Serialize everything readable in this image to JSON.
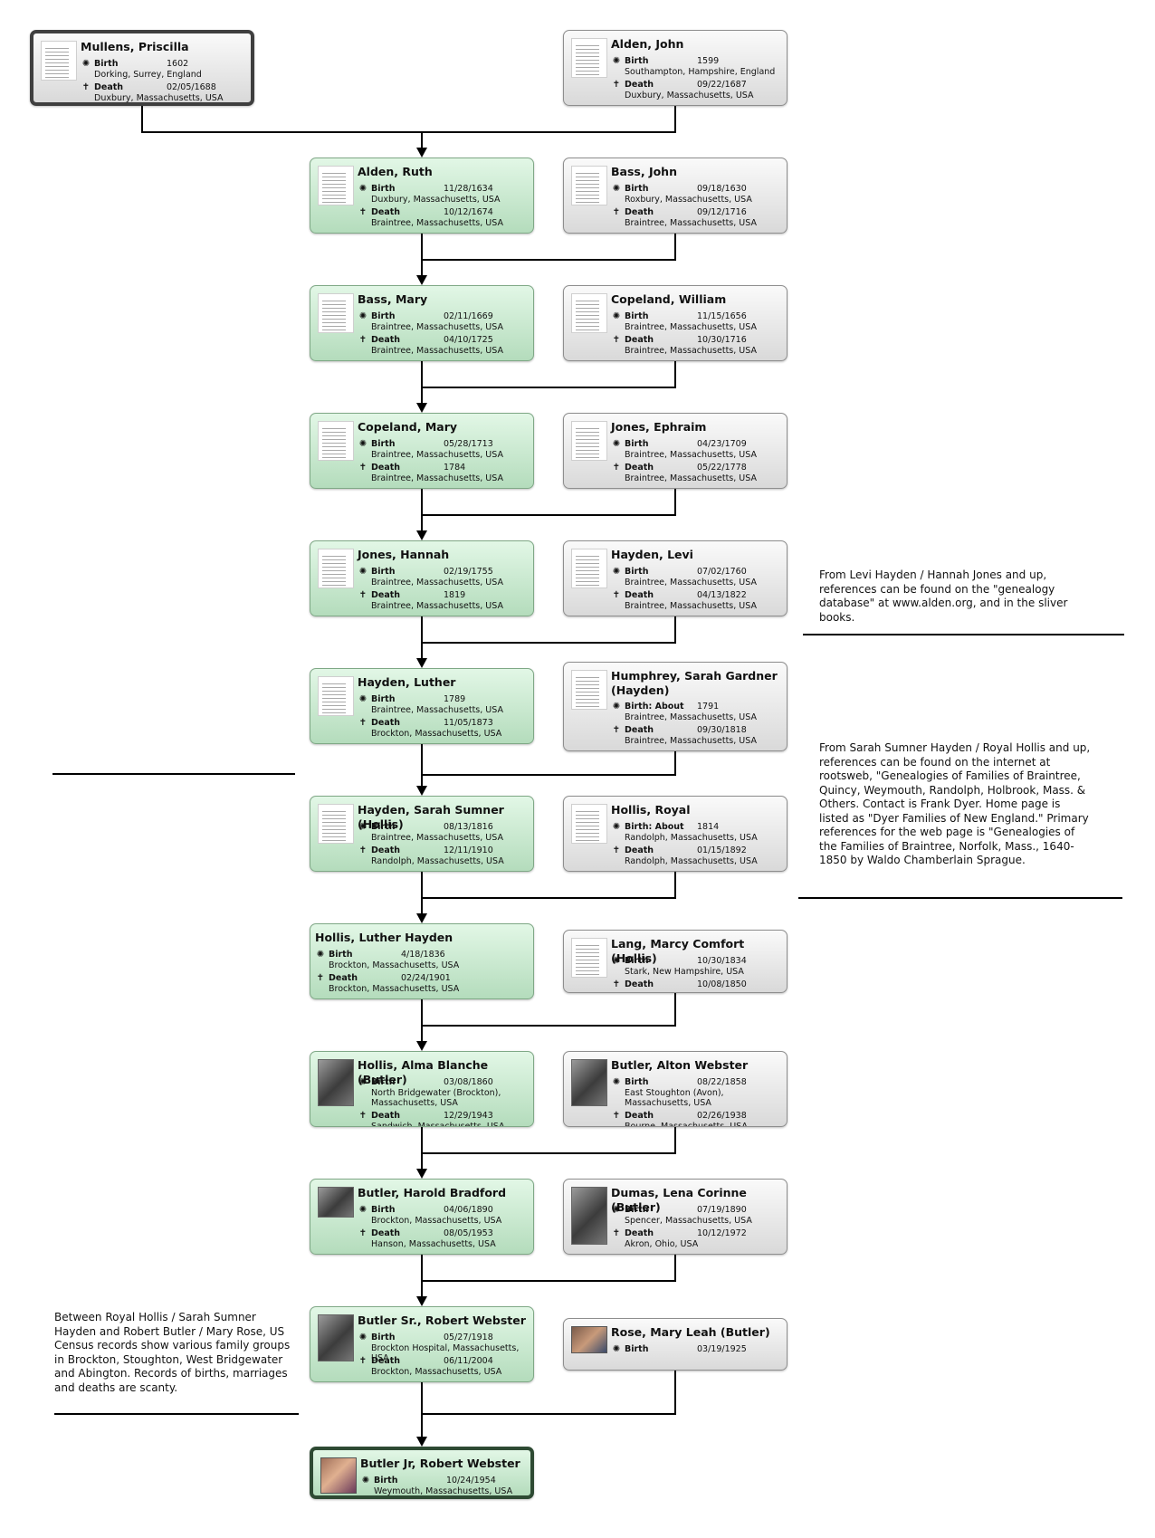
{
  "people": [
    {
      "id": "mullens",
      "name": "Mullens, Priscilla",
      "style": "gray",
      "focus": true,
      "thumb": "doc",
      "events": [
        {
          "type": "birth",
          "label": "Birth",
          "date": "1602",
          "place": "Dorking, Surrey, England"
        },
        {
          "type": "death",
          "label": "Death",
          "date": "02/05/1688",
          "place": "Duxbury, Massachusetts, USA"
        }
      ]
    },
    {
      "id": "alden-john",
      "name": "Alden, John",
      "style": "gray",
      "focus": false,
      "thumb": "doc",
      "events": [
        {
          "type": "birth",
          "label": "Birth",
          "date": "1599",
          "place": "Southampton, Hampshire, England"
        },
        {
          "type": "death",
          "label": "Death",
          "date": "09/22/1687",
          "place": "Duxbury, Massachusetts, USA"
        }
      ]
    },
    {
      "id": "alden-ruth",
      "name": "Alden, Ruth",
      "style": "green",
      "focus": false,
      "thumb": "doc",
      "events": [
        {
          "type": "birth",
          "label": "Birth",
          "date": "11/28/1634",
          "place": "Duxbury, Massachusetts, USA"
        },
        {
          "type": "death",
          "label": "Death",
          "date": "10/12/1674",
          "place": "Braintree, Massachusetts, USA"
        }
      ]
    },
    {
      "id": "bass-john",
      "name": "Bass, John",
      "style": "gray",
      "focus": false,
      "thumb": "doc",
      "events": [
        {
          "type": "birth",
          "label": "Birth",
          "date": "09/18/1630",
          "place": "Roxbury, Massachusetts, USA"
        },
        {
          "type": "death",
          "label": "Death",
          "date": "09/12/1716",
          "place": "Braintree, Massachusetts, USA"
        }
      ]
    },
    {
      "id": "bass-mary",
      "name": "Bass, Mary",
      "style": "green",
      "focus": false,
      "thumb": "doc",
      "events": [
        {
          "type": "birth",
          "label": "Birth",
          "date": "02/11/1669",
          "place": "Braintree, Massachusetts, USA"
        },
        {
          "type": "death",
          "label": "Death",
          "date": "04/10/1725",
          "place": "Braintree, Massachusetts, USA"
        }
      ]
    },
    {
      "id": "copeland-william",
      "name": "Copeland, William",
      "style": "gray",
      "focus": false,
      "thumb": "doc",
      "events": [
        {
          "type": "birth",
          "label": "Birth",
          "date": "11/15/1656",
          "place": "Braintree, Massachusetts, USA"
        },
        {
          "type": "death",
          "label": "Death",
          "date": "10/30/1716",
          "place": "Braintree, Massachusetts, USA"
        }
      ]
    },
    {
      "id": "copeland-mary",
      "name": "Copeland, Mary",
      "style": "green",
      "focus": false,
      "thumb": "doc",
      "events": [
        {
          "type": "birth",
          "label": "Birth",
          "date": "05/28/1713",
          "place": "Braintree, Massachusetts, USA"
        },
        {
          "type": "death",
          "label": "Death",
          "date": "1784",
          "place": "Braintree, Massachusetts, USA"
        }
      ]
    },
    {
      "id": "jones-ephraim",
      "name": "Jones, Ephraim",
      "style": "gray",
      "focus": false,
      "thumb": "doc",
      "events": [
        {
          "type": "birth",
          "label": "Birth",
          "date": "04/23/1709",
          "place": "Braintree, Massachusetts, USA"
        },
        {
          "type": "death",
          "label": "Death",
          "date": "05/22/1778",
          "place": "Braintree, Massachusetts, USA"
        }
      ]
    },
    {
      "id": "jones-hannah",
      "name": "Jones, Hannah",
      "style": "green",
      "focus": false,
      "thumb": "doc",
      "events": [
        {
          "type": "birth",
          "label": "Birth",
          "date": "02/19/1755",
          "place": "Braintree, Massachusetts, USA"
        },
        {
          "type": "death",
          "label": "Death",
          "date": "1819",
          "place": "Braintree, Massachusetts, USA"
        }
      ]
    },
    {
      "id": "hayden-levi",
      "name": "Hayden, Levi",
      "style": "gray",
      "focus": false,
      "thumb": "doc",
      "events": [
        {
          "type": "birth",
          "label": "Birth",
          "date": "07/02/1760",
          "place": "Braintree, Massachusetts, USA"
        },
        {
          "type": "death",
          "label": "Death",
          "date": "04/13/1822",
          "place": "Braintree, Massachusetts, USA"
        }
      ]
    },
    {
      "id": "hayden-luther",
      "name": "Hayden, Luther",
      "style": "green",
      "focus": false,
      "thumb": "doc",
      "events": [
        {
          "type": "birth",
          "label": "Birth",
          "date": "1789",
          "place": "Braintree, Massachusetts, USA"
        },
        {
          "type": "death",
          "label": "Death",
          "date": "11/05/1873",
          "place": "Brockton, Massachusetts, USA"
        }
      ]
    },
    {
      "id": "humphrey-sarah",
      "name": "Humphrey, Sarah Gardner (Hayden)",
      "style": "gray",
      "focus": false,
      "thumb": "doc",
      "events": [
        {
          "type": "birth",
          "label": "Birth: About",
          "date": "1791",
          "place": "Braintree, Massachusetts, USA"
        },
        {
          "type": "death",
          "label": "Death",
          "date": "09/30/1818",
          "place": "Braintree, Massachusetts, USA"
        }
      ]
    },
    {
      "id": "hayden-sarah",
      "name": "Hayden, Sarah Sumner (Hollis)",
      "style": "green",
      "focus": false,
      "thumb": "doc",
      "events": [
        {
          "type": "birth",
          "label": "Birth",
          "date": "08/13/1816",
          "place": "Braintree, Massachusetts, USA"
        },
        {
          "type": "death",
          "label": "Death",
          "date": "12/11/1910",
          "place": "Randolph, Massachusetts, USA"
        }
      ]
    },
    {
      "id": "hollis-royal",
      "name": "Hollis, Royal",
      "style": "gray",
      "focus": false,
      "thumb": "doc",
      "events": [
        {
          "type": "birth",
          "label": "Birth: About",
          "date": "1814",
          "place": "Randolph, Massachusetts, USA"
        },
        {
          "type": "death",
          "label": "Death",
          "date": "01/15/1892",
          "place": "Randolph, Massachusetts, USA"
        }
      ]
    },
    {
      "id": "hollis-luther",
      "name": "Hollis, Luther Hayden",
      "style": "green",
      "focus": false,
      "thumb": "none",
      "events": [
        {
          "type": "birth",
          "label": "Birth",
          "date": "4/18/1836",
          "place": "Brockton, Massachusetts, USA"
        },
        {
          "type": "death",
          "label": "Death",
          "date": "02/24/1901",
          "place": "Brockton, Massachusetts, USA"
        }
      ]
    },
    {
      "id": "lang-marcy",
      "name": "Lang, Marcy Comfort (Hollis)",
      "style": "gray",
      "focus": false,
      "thumb": "doc",
      "events": [
        {
          "type": "birth",
          "label": "Birth",
          "date": "10/30/1834",
          "place": "Stark, New Hampshire, USA"
        },
        {
          "type": "death",
          "label": "Death",
          "date": "10/08/1850",
          "place": ""
        }
      ]
    },
    {
      "id": "hollis-alma",
      "name": "Hollis, Alma Blanche (Butler)",
      "style": "green",
      "focus": false,
      "thumb": "photo",
      "events": [
        {
          "type": "birth",
          "label": "Birth",
          "date": "03/08/1860",
          "place": "North Bridgewater (Brockton), Massachusetts, USA"
        },
        {
          "type": "death",
          "label": "Death",
          "date": "12/29/1943",
          "place": "Sandwich, Massachusetts, USA"
        }
      ]
    },
    {
      "id": "butler-alton",
      "name": "Butler, Alton Webster",
      "style": "gray",
      "focus": false,
      "thumb": "photo",
      "events": [
        {
          "type": "birth",
          "label": "Birth",
          "date": "08/22/1858",
          "place": "East Stoughton (Avon), Massachusetts, USA"
        },
        {
          "type": "death",
          "label": "Death",
          "date": "02/26/1938",
          "place": "Bourne, Massachusetts, USA"
        }
      ]
    },
    {
      "id": "butler-harold",
      "name": "Butler, Harold Bradford",
      "style": "green",
      "focus": false,
      "thumb": "photo",
      "events": [
        {
          "type": "birth",
          "label": "Birth",
          "date": "04/06/1890",
          "place": "Brockton, Massachusetts, USA"
        },
        {
          "type": "death",
          "label": "Death",
          "date": "08/05/1953",
          "place": "Hanson, Massachusetts, USA"
        }
      ]
    },
    {
      "id": "dumas-lena",
      "name": "Dumas, Lena Corinne (Butler)",
      "style": "gray",
      "focus": false,
      "thumb": "photo",
      "events": [
        {
          "type": "birth",
          "label": "Birth",
          "date": "07/19/1890",
          "place": "Spencer, Massachusetts, USA"
        },
        {
          "type": "death",
          "label": "Death",
          "date": "10/12/1972",
          "place": "Akron, Ohio, USA"
        }
      ]
    },
    {
      "id": "butler-sr",
      "name": "Butler Sr., Robert Webster",
      "style": "green",
      "focus": false,
      "thumb": "photo",
      "events": [
        {
          "type": "birth",
          "label": "Birth",
          "date": "05/27/1918",
          "place": "Brockton Hospital, Massachusetts, USA"
        },
        {
          "type": "death",
          "label": "Death",
          "date": "06/11/2004",
          "place": "Brockton, Massachusetts, USA"
        }
      ]
    },
    {
      "id": "rose-mary",
      "name": "Rose, Mary Leah (Butler)",
      "style": "gray",
      "focus": false,
      "thumb": "color",
      "events": [
        {
          "type": "birth",
          "label": "Birth",
          "date": "03/19/1925",
          "place": ""
        }
      ]
    },
    {
      "id": "butler-jr",
      "name": "Butler Jr, Robert Webster",
      "style": "green",
      "focus": true,
      "thumb": "color",
      "events": [
        {
          "type": "birth",
          "label": "Birth",
          "date": "10/24/1954",
          "place": "Weymouth, Massachusetts, USA"
        }
      ]
    }
  ],
  "notes": [
    {
      "id": "note-levi",
      "text": "From Levi Hayden / Hannah Jones and up, references can be found on the \"genealogy database\" at www.alden.org, and in the sliver books."
    },
    {
      "id": "note-sarah",
      "text": "From Sarah Sumner Hayden / Royal Hollis and up, references can be found on the internet at rootsweb, \"Genealogies of Families of Braintree, Quincy, Weymouth, Randolph, Holbrook, Mass. & Others.  Contact is Frank Dyer.  Home page is listed as \"Dyer Families of New England.\" Primary references for the web page is \"Genealogies of the Families of Braintree, Norfolk, Mass., 1640-1850 by Waldo Chamberlain Sprague."
    },
    {
      "id": "note-census",
      "text": "Between Royal Hollis / Sarah Sumner Hayden and Robert Butler / Mary Rose, US Census records show various family groups in Brockton, Stoughton, West Bridgewater and Abington.  Records of births, marriages and deaths are scanty."
    }
  ],
  "symbols": {
    "birth": "✺",
    "death": "✝"
  }
}
